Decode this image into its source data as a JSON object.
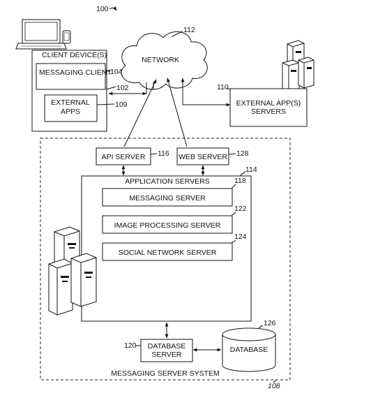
{
  "figure_number": "100",
  "client_devices": {
    "label": "CLIENT DEVICE(S)",
    "ref": "102"
  },
  "messaging_client": {
    "label": "MESSAGING CLIENT",
    "ref": "104"
  },
  "external_apps": {
    "line1": "EXTERNAL",
    "line2": "APPS",
    "ref": "109"
  },
  "network": {
    "label": "NETWORK",
    "ref": "112"
  },
  "external_app_servers": {
    "line1": "EXTERNAL APP(S)",
    "line2": "SERVERS",
    "ref": "110"
  },
  "api_server": {
    "label": "API SERVER",
    "ref": "116"
  },
  "web_server": {
    "label": "WEB SERVER",
    "ref": "128"
  },
  "application_servers": {
    "label": "APPLICATION SERVERS",
    "ref": "114"
  },
  "messaging_server": {
    "label": "MESSAGING SERVER",
    "ref": "118"
  },
  "image_processing_server": {
    "label": "IMAGE PROCESSING SERVER",
    "ref": "122"
  },
  "social_network_server": {
    "label": "SOCIAL NETWORK SERVER",
    "ref": "124"
  },
  "database_server": {
    "line1": "DATABASE",
    "line2": "SERVER",
    "ref": "120"
  },
  "database": {
    "label": "DATABASE",
    "ref": "126"
  },
  "messaging_server_system": {
    "label": "MESSAGING SERVER SYSTEM",
    "ref": "108"
  }
}
